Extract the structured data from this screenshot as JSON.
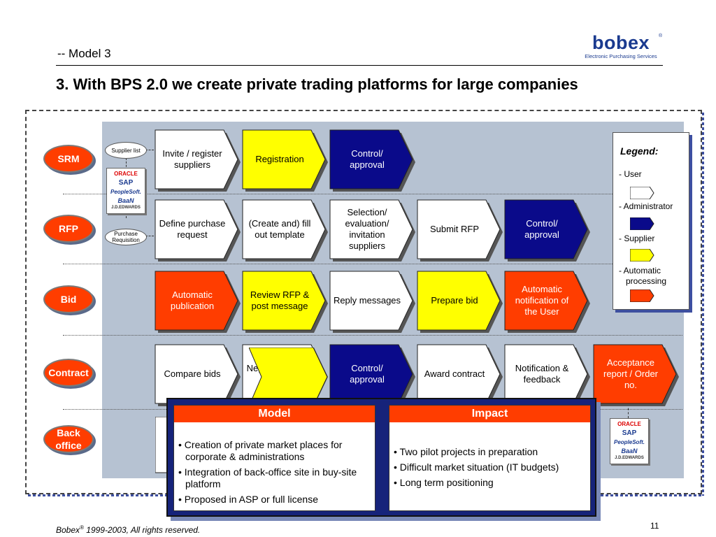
{
  "header": {
    "subtitle": "-- Model 3",
    "title": "3. With BPS 2.0 we create private trading platforms for large companies"
  },
  "logo": {
    "word_a": "bobe",
    "word_b": "x",
    "reg": "®",
    "tagline": "Electronic Purchasing Services"
  },
  "colors": {
    "user": "#ffffff",
    "administrator": "#0a0a8a",
    "supplier": "#ffff00",
    "automatic": "#ff3d00",
    "lane": "#ff3d00"
  },
  "lanes": [
    {
      "label": "SRM"
    },
    {
      "label": "RFP"
    },
    {
      "label": "Bid"
    },
    {
      "label": "Contract"
    },
    {
      "label": "Back office"
    }
  ],
  "steps": {
    "srm": [
      {
        "label": "Invite / register suppliers",
        "role": "user"
      },
      {
        "label": "Registration",
        "role": "supplier"
      },
      {
        "label": "Control/ approval",
        "role": "administrator"
      }
    ],
    "rfp": [
      {
        "label": "Define purchase request",
        "role": "user"
      },
      {
        "label": "(Create and) fill out template",
        "role": "user"
      },
      {
        "label": "Selection/ evaluation/ invitation suppliers",
        "role": "user"
      },
      {
        "label": "Submit RFP",
        "role": "user"
      },
      {
        "label": "Control/ approval",
        "role": "administrator"
      }
    ],
    "bid": [
      {
        "label": "Automatic publication",
        "role": "automatic"
      },
      {
        "label": "Review RFP & post message",
        "role": "supplier"
      },
      {
        "label": "Reply messages",
        "role": "user"
      },
      {
        "label": "Prepare bid",
        "role": "supplier"
      },
      {
        "label": "Automatic notification of the User",
        "role": "automatic"
      }
    ],
    "contract": [
      {
        "label": "Compare bids",
        "role": "user"
      },
      {
        "label": "Negotiate & pre-select",
        "role": "user"
      },
      {
        "label": "Control/ approval",
        "role": "administrator"
      },
      {
        "label": "Award contract",
        "role": "user"
      },
      {
        "label": "Notification & feedback",
        "role": "user"
      },
      {
        "label": "Acceptance report / Order no.",
        "role": "automatic"
      }
    ]
  },
  "bubbles": {
    "supplier_list": "Supplier list",
    "purchase_requisition": "Purchase Requisition"
  },
  "erp": {
    "oracle": "ORACLE",
    "sap": "SAP",
    "peoplesoft": "PeopleSoft.",
    "baan": "BaaN",
    "jde": "J.D.EDWARDS"
  },
  "legend": {
    "title": "Legend:",
    "items": [
      {
        "label": "- User",
        "role": "user"
      },
      {
        "label": "- Administrator",
        "role": "administrator"
      },
      {
        "label": "- Supplier",
        "role": "supplier"
      },
      {
        "label": "- Automatic processing",
        "role": "automatic"
      }
    ]
  },
  "model": {
    "header": "Model",
    "bullets": [
      "• Creation of private market places for corporate & administrations",
      "• Integration of back-office site in buy-site platform",
      "• Proposed in ASP or full license"
    ]
  },
  "impact": {
    "header": "Impact",
    "bullets": [
      "• Two pilot projects in preparation",
      "• Difficult market situation (IT budgets)",
      "• Long term positioning"
    ]
  },
  "footer": {
    "copyright_a": "Bobex",
    "copyright_reg": "®",
    "copyright_b": " 1999-2003, All rights reserved.",
    "page_number": "11"
  }
}
